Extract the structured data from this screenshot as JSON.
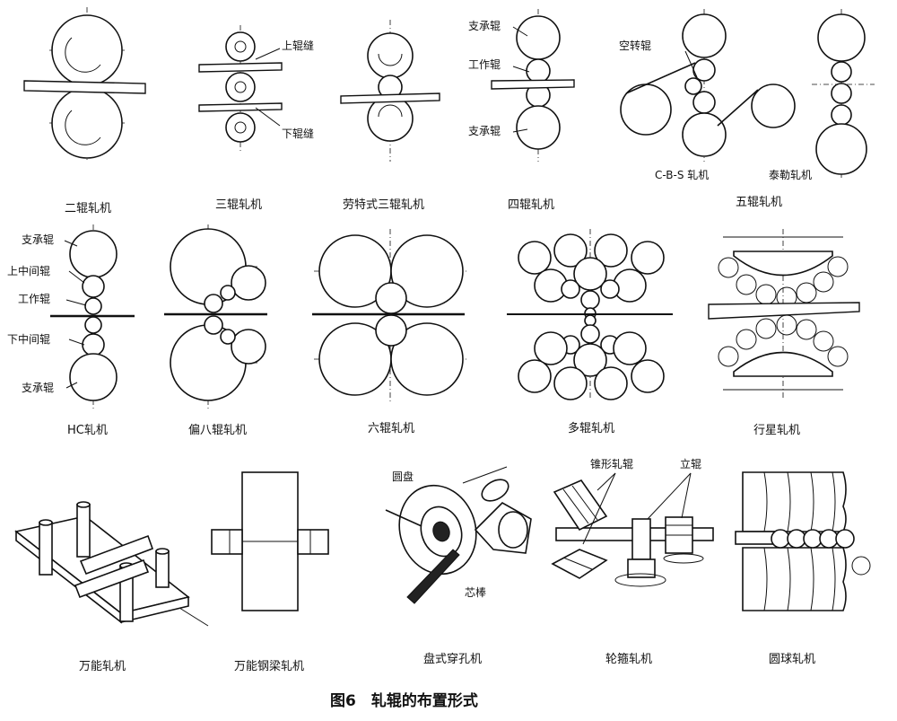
{
  "figure": {
    "title": "图6　轧辊的布置形式",
    "captions": {
      "two_high": "二辊轧机",
      "three_high": "三辊轧机",
      "lauth": "劳特式三辊轧机",
      "four_high": "四辊轧机",
      "five_high": "五辊轧机",
      "hc": "HC轧机",
      "offset_eight": "偏八辊轧机",
      "six_high": "六辊轧机",
      "cluster": "多辊轧机",
      "planetary": "行星轧机",
      "universal": "万能轧机",
      "universal_beam": "万能钢梁轧机",
      "disc_piercer": "盘式穿孔机",
      "wheel_rim": "轮箍轧机",
      "ball": "圆球轧机"
    },
    "labels": {
      "upper_gap": "上辊缝",
      "lower_gap": "下辊缝",
      "backup_roll_top": "支承辊",
      "work_roll": "工作辊",
      "backup_roll_bottom": "支承辊",
      "idle_roll": "空转辊",
      "cbs_mill": "C-B-S 轧机",
      "sendzimir_mill": "泰勒轧机",
      "hc_backup_top": "支承辊",
      "hc_upper_intermediate": "上中间辊",
      "hc_work": "工作辊",
      "hc_lower_intermediate": "下中间辊",
      "hc_backup_bottom": "支承辊",
      "disc": "圆盘",
      "mandrel": "芯棒",
      "cone_roll": "锥形轧辊",
      "vertical_roll": "立辊"
    }
  }
}
